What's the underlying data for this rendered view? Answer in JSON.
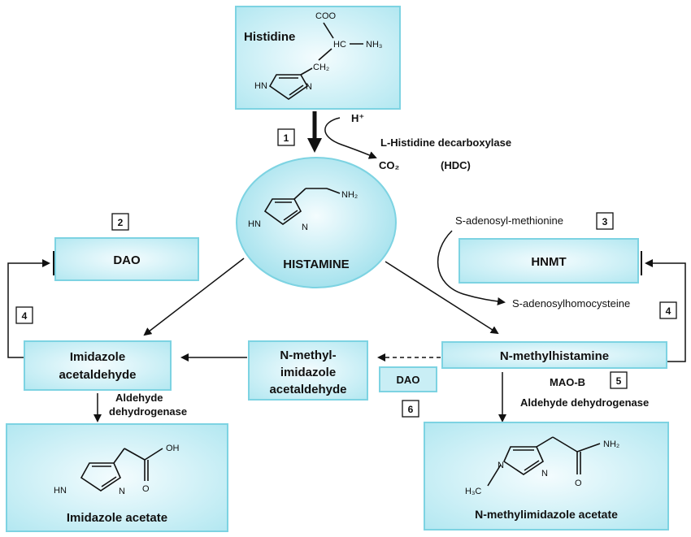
{
  "boxes": {
    "histidine": "Histidine",
    "histamine": "HISTAMINE",
    "dao_left": "DAO",
    "hnmt": "HNMT",
    "imidazole_acetaldehyde": [
      "Imidazole",
      "acetaldehyde"
    ],
    "n_methylimidazole_acetaldehyde": [
      "N-methyl-",
      "imidazole",
      "acetaldehyde"
    ],
    "n_methylhistamine": "N-methylhistamine",
    "dao_small": "DAO",
    "imidazole_acetate": "Imidazole acetate",
    "n_methylimidazole_acetate": "N-methylimidazole acetate"
  },
  "labels": {
    "h_plus": "H⁺",
    "hdc_name": "L-Histidine decarboxylase",
    "co2": "CO₂",
    "hdc_abbr": "(HDC)",
    "sam": "S-adenosyl-methionine",
    "sah": "S-adenosylhomocysteine",
    "mao_b": "MAO-B",
    "aldehyde_dh_right": "Aldehyde dehydrogenase",
    "aldehyde_dh_left": [
      "Aldehyde",
      "dehydrogenase"
    ]
  },
  "step_numbers": [
    "1",
    "2",
    "3",
    "4",
    "4",
    "5",
    "6"
  ],
  "molecule_atoms": {
    "coo": "COO",
    "hc": "HC",
    "nh3": "NH₃",
    "ch2": "CH₂",
    "hn": "HN",
    "n": "N",
    "nh2": "NH₂",
    "oh": "OH",
    "o": "O",
    "h3c": "H₃C"
  },
  "colors": {
    "box_fill": "#c9eef5",
    "box_stroke": "#7dd3e2",
    "ink": "#111111"
  }
}
